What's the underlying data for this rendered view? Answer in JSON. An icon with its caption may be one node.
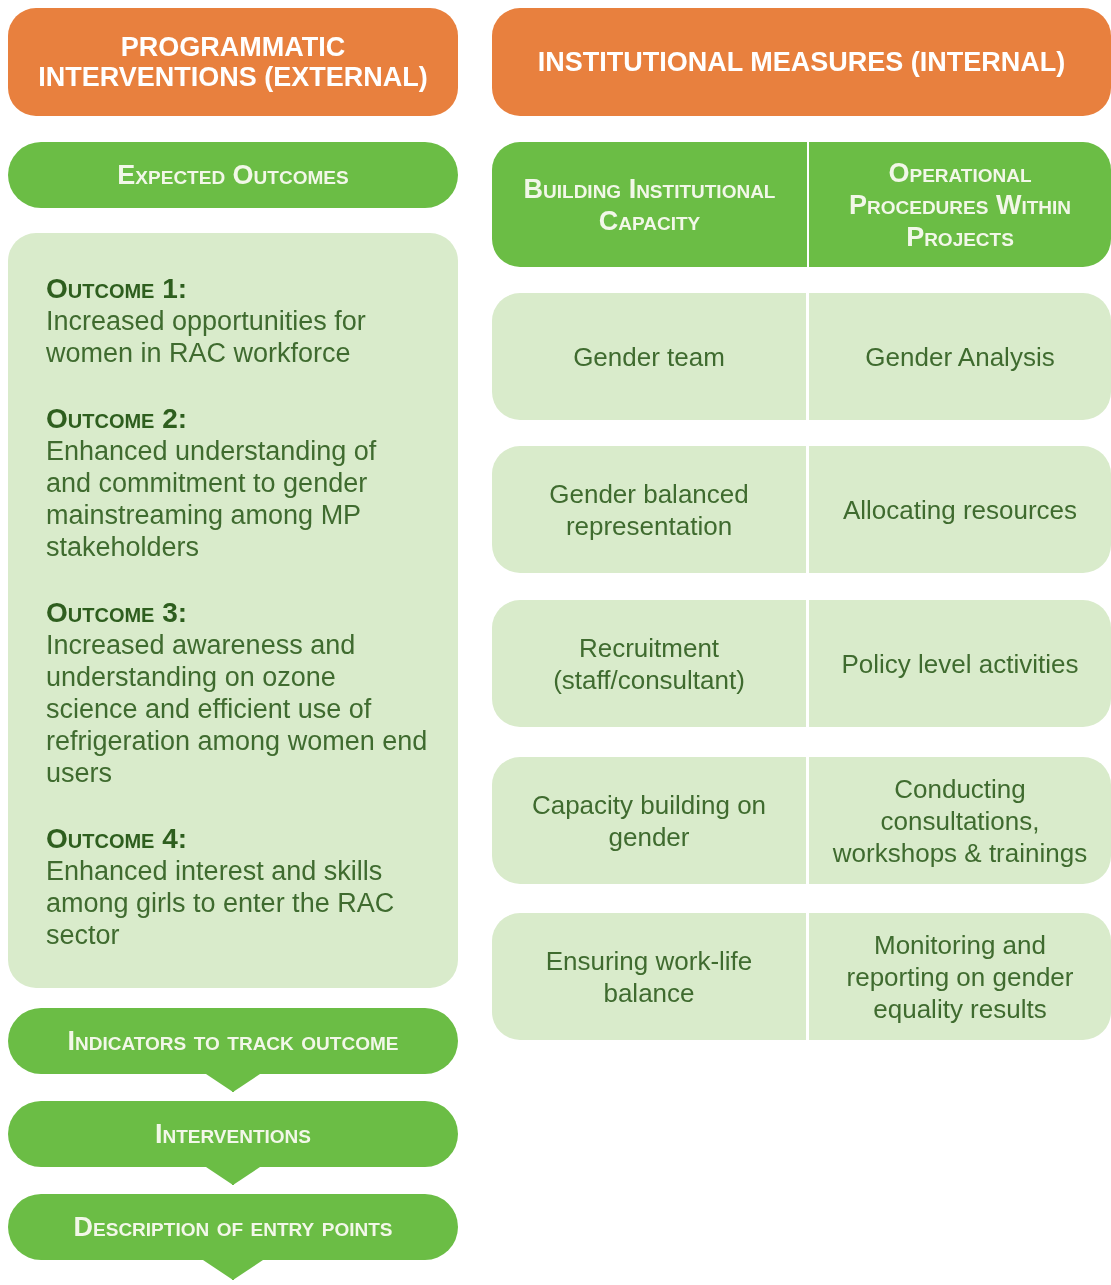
{
  "diagram": {
    "nodes": [
      {
        "text": [
          "PROGRAMMATIC INTERVENTIONS (EXTERNAL)"
        ]
      },
      {
        "text": [
          "Expected Outcomes"
        ]
      },
      {
        "text": [
          "Outcome 1:",
          "Increased opportunities for women in RAC workforce",
          "Outcome 2:",
          "Enhanced understanding of and commitment to gender mainstreaming among MP stakeholders",
          "Outcome 3:",
          "Increased awareness and understanding on ozone science and efficient use of refrigeration among women end users",
          "Outcome 4:",
          "Enhanced interest and skills among girls to enter the RAC sector"
        ]
      },
      {
        "text": [
          "Indicators to track outcome"
        ]
      },
      {
        "text": [
          "Interventions"
        ]
      },
      {
        "text": [
          "Description of entry points"
        ]
      },
      {
        "text": [
          "INSTITUTIONAL MEASURES (INTERNAL)"
        ]
      },
      {
        "text": [
          "Building Institutional Capacity"
        ]
      },
      {
        "text": [
          "Operational Procedures Within Projects"
        ]
      },
      {
        "text": [
          "Gender team"
        ]
      },
      {
        "text": [
          "Gender Analysis"
        ]
      },
      {
        "text": [
          "Gender balanced representation"
        ]
      },
      {
        "text": [
          "Allocating resources"
        ]
      },
      {
        "text": [
          "Recruitment (staff/consultant)"
        ]
      },
      {
        "text": [
          "Policy level activities"
        ]
      },
      {
        "text": [
          "Capacity building on gender"
        ]
      },
      {
        "text": [
          "Conducting consultations, workshops & trainings"
        ]
      },
      {
        "text": [
          "Ensuring work-life balance"
        ]
      },
      {
        "text": [
          "Monitoring and reporting on gender equality results"
        ]
      }
    ],
    "edges": [
      {
        "from": 3,
        "to": 4,
        "arrow": "to"
      },
      {
        "from": 4,
        "to": 5,
        "arrow": "to"
      },
      {
        "from": 5,
        "to": null,
        "arrow": "to"
      }
    ]
  }
}
